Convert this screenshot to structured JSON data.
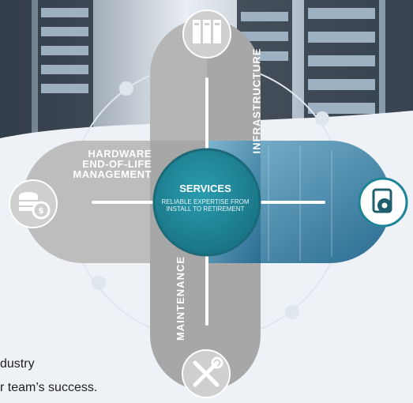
{
  "diagram": {
    "infrastructure_label": "INFRASTRUCTURE",
    "maintenance_label": "MAINTENANCE",
    "hardware_label_line1": "HARDWARE",
    "hardware_label_line2": "END-OF-LIFE",
    "hardware_label_line3": "MANAGEMENT",
    "center_title": "SERVICES",
    "center_subtitle_line1": "RELIABLE EXPERTISE FROM",
    "center_subtitle_line2": "INSTALL TO RETIREMENT"
  },
  "icons": {
    "top": "server-icon",
    "left": "money-stack-icon",
    "right": "settings-document-icon",
    "bottom": "tools-icon"
  },
  "footer": {
    "line1_fragment": "dustry",
    "line2_fragment": "r team’s success."
  },
  "colors": {
    "teal": "#1b8597",
    "gray": "#a7a7a7",
    "dark_teal": "#1f5f6d"
  }
}
